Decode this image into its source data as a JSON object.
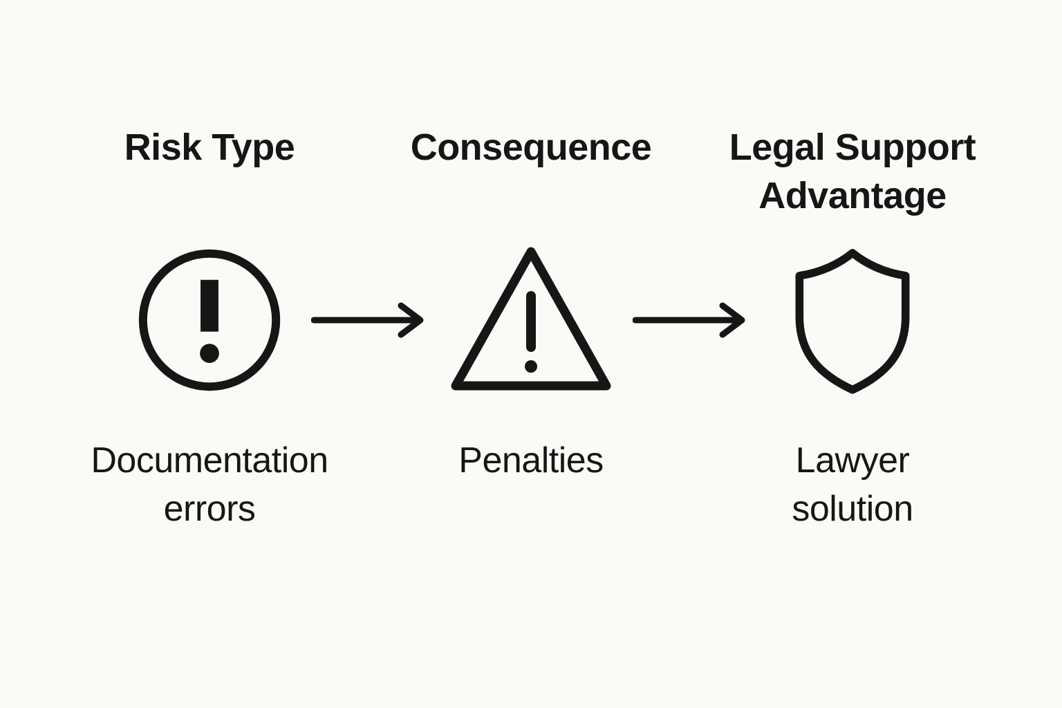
{
  "diagram": {
    "background_color": "#fafaf7",
    "stroke_color": "#161616",
    "columns": [
      {
        "header": "Risk Type",
        "icon": "exclamation-circle-icon",
        "label": "Documentation\nerrors"
      },
      {
        "header": "Consequence",
        "icon": "warning-triangle-icon",
        "label": "Penalties"
      },
      {
        "header": "Legal Support\nAdvantage",
        "icon": "shield-icon",
        "label": "Lawyer\nsolution"
      }
    ],
    "connector": "right-arrow"
  }
}
